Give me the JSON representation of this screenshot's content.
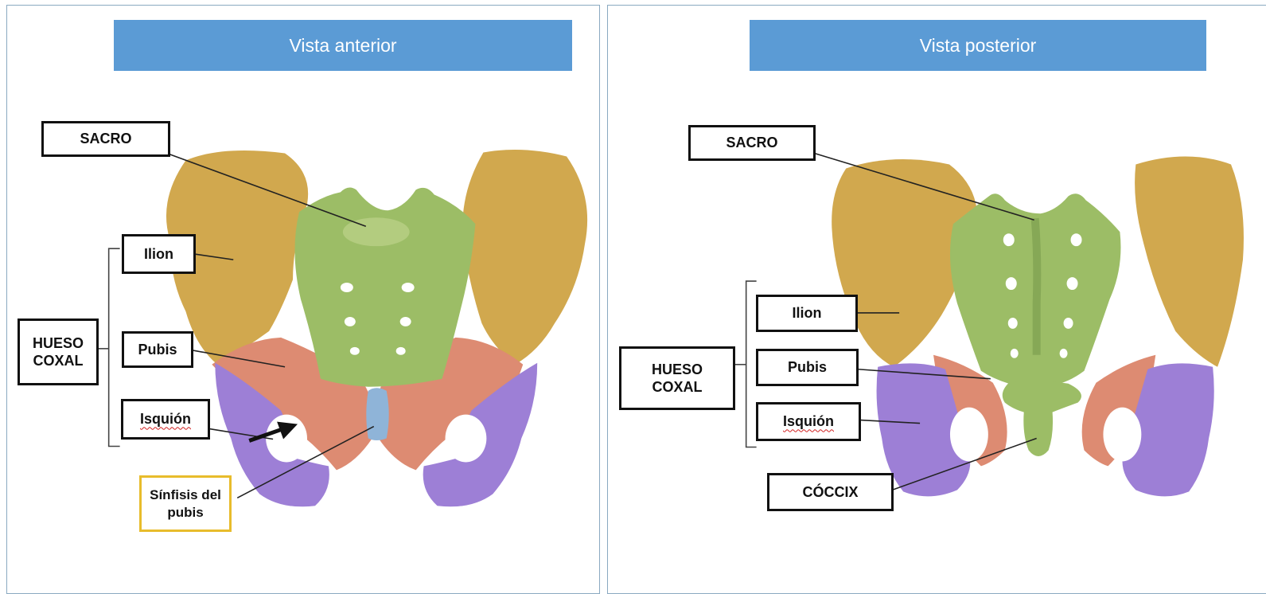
{
  "left_panel": {
    "title": "Vista anterior",
    "labels": {
      "sacro": "SACRO",
      "ilion": "Ilion",
      "pubis": "Pubis",
      "isquion": "Isquión",
      "hueso_coxal_line1": "HUESO",
      "hueso_coxal_line2": "COXAL",
      "sinfisis_line1": "Sínfisis del",
      "sinfisis_line2": "pubis"
    }
  },
  "right_panel": {
    "title": "Vista posterior",
    "labels": {
      "sacro": "SACRO",
      "ilion": "Ilion",
      "pubis": "Pubis",
      "isquion": "Isquión",
      "hueso_coxal_line1": "HUESO",
      "hueso_coxal_line2": "COXAL",
      "coccix": "CÓCCIX"
    }
  },
  "colors": {
    "header_bg": "#5b9bd5",
    "header_text": "#ffffff",
    "ilion": "#d1a84e",
    "sacro": "#9cbd66",
    "pubis": "#dd8b72",
    "isquion": "#9d7fd6",
    "sinfisis": "#8fb4d8",
    "label_border": "#111111",
    "highlight_border": "#e8bc2c"
  }
}
